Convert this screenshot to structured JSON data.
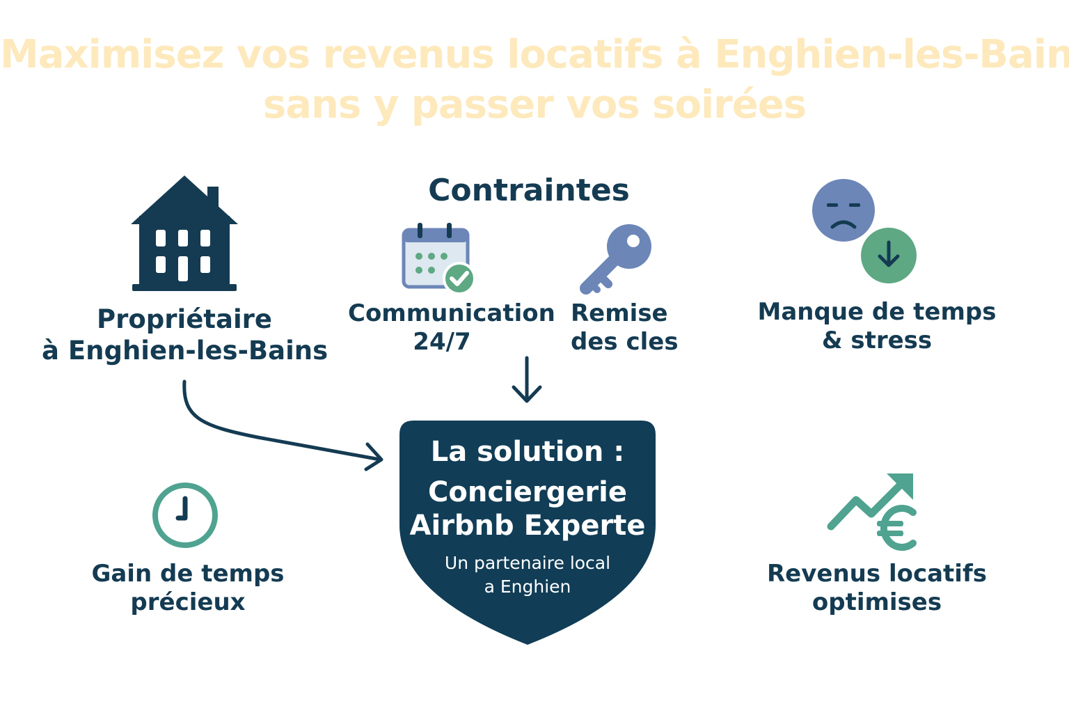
{
  "title": {
    "line1": "Maximisez vos revenus locatifs à Enghien-les-Bains",
    "line2": "sans y passer vos soirées",
    "color": "#fde9bc"
  },
  "owner": {
    "line1": "Propriétaire",
    "line2": "à Enghien-les-Bains"
  },
  "constraints": {
    "heading": "Contraintes",
    "communication": {
      "line1": "Communication",
      "line2": "24/7"
    },
    "keys": {
      "line1": "Remise",
      "line2": "des cles"
    }
  },
  "stress": {
    "line1": "Manque de temps",
    "line2": "& stress"
  },
  "solution": {
    "line1": "La solution :",
    "line2": "Conciergerie",
    "line3": "Airbnb Experte",
    "sub1": "Un partenaire local",
    "sub2": "a Enghien",
    "color": "#113d56"
  },
  "time_gain": {
    "line1": "Gain de temps",
    "line2": "précieux"
  },
  "revenue": {
    "line1": "Revenus locatifs",
    "line2": "optimises"
  },
  "colors": {
    "navy": "#143b52",
    "teal": "#4fa390",
    "green": "#5ea884",
    "slate_blue": "#6c86b8"
  },
  "icons": {
    "house": "house-icon",
    "calendar": "calendar-check-icon",
    "key": "key-icon",
    "sad_face": "sad-face-icon",
    "down_arrow": "down-arrow-icon",
    "clock": "clock-icon",
    "trend": "trend-up-icon",
    "euro": "euro-icon"
  }
}
